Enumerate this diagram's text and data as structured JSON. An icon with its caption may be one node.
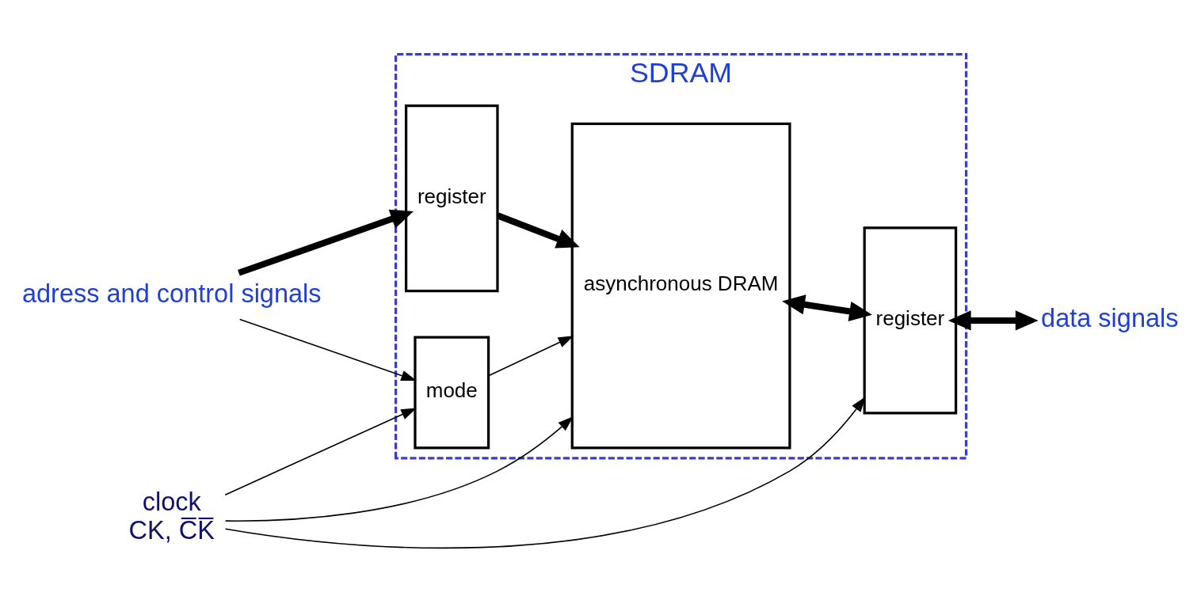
{
  "diagram": {
    "nodes": [
      {
        "text": [
          "SDRAM"
        ]
      },
      {
        "text": [
          "adress and control signals"
        ]
      },
      {
        "text": [
          "register"
        ],
        "in": 0
      },
      {
        "text": [
          "mode"
        ],
        "in": 0
      },
      {
        "text": [
          "asynchronous DRAM"
        ],
        "in": 0
      },
      {
        "text": [
          "register"
        ],
        "in": 0
      },
      {
        "text": [
          "data signals"
        ]
      },
      {
        "text": [
          "clock",
          "CK, C̅K̅"
        ]
      }
    ],
    "edges": [
      {
        "from": 1,
        "to": 2,
        "arrow": "to",
        "style": "thick"
      },
      {
        "from": 1,
        "to": 3,
        "arrow": "to"
      },
      {
        "from": 2,
        "to": 4,
        "arrow": "to",
        "style": "thick"
      },
      {
        "from": 3,
        "to": 4,
        "arrow": "to"
      },
      {
        "from": 4,
        "to": 5,
        "arrow": "both",
        "style": "thick"
      },
      {
        "from": 5,
        "to": 6,
        "arrow": "both",
        "style": "thick"
      },
      {
        "from": 7,
        "to": 3,
        "arrow": "to"
      },
      {
        "from": 7,
        "to": 4,
        "arrow": "to"
      },
      {
        "from": 7,
        "to": 5,
        "arrow": "to"
      }
    ]
  }
}
